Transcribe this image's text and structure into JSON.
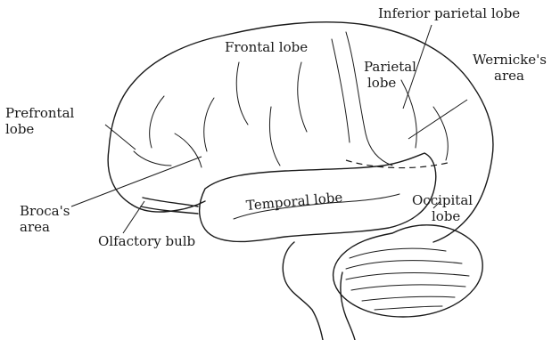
{
  "labels": {
    "frontal_lobe": "Frontal lobe",
    "inferior_parietal_lobe": "Inferior parietal lobe",
    "parietal_lobe": [
      "Parietal",
      "lobe"
    ],
    "wernickes_area": [
      "Wernicke's",
      "area"
    ],
    "prefrontal_lobe": [
      "Prefrontal",
      "lobe"
    ],
    "brocas_area": [
      "Broca's",
      "area"
    ],
    "olfactory_bulb": "Olfactory bulb",
    "temporal_lobe": "Temporal lobe",
    "occipital_lobe": [
      "Occipital",
      "lobe"
    ]
  },
  "colors": {
    "ink": "#1a1a1a",
    "background": "#ffffff"
  }
}
